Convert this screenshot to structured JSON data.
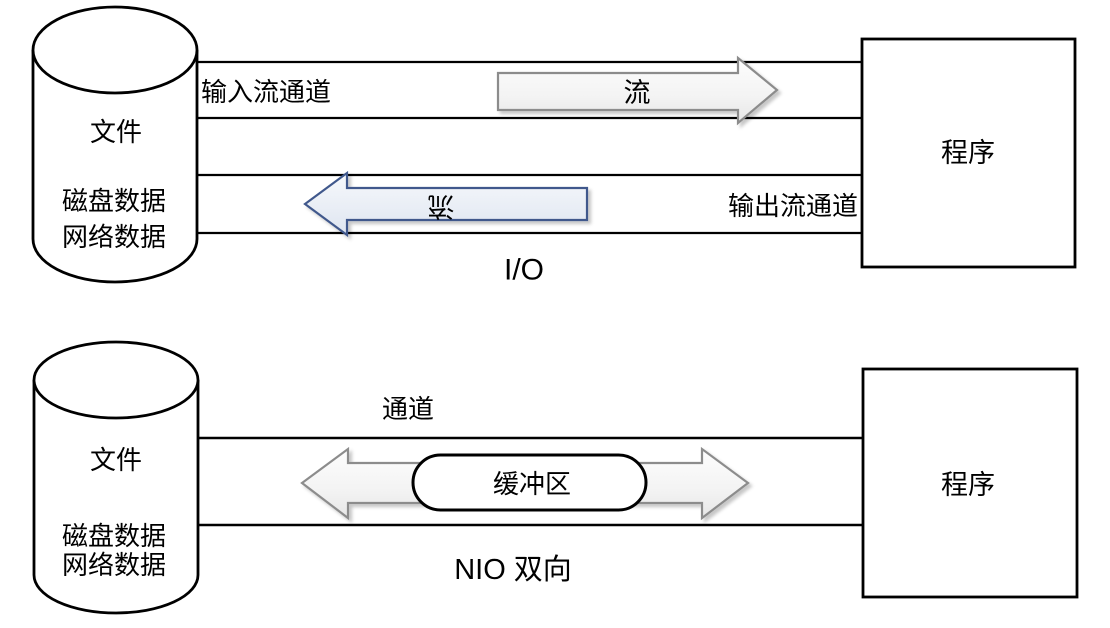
{
  "io_diagram": {
    "caption": "I/O",
    "source_cylinder": {
      "title": "文件",
      "line1": "磁盘数据",
      "line2": "网络数据"
    },
    "input_channel_label": "输入流通道",
    "input_arrow_label": "流",
    "output_channel_label": "输出流通道",
    "output_arrow_label": "流",
    "program_box_label": "程序"
  },
  "nio_diagram": {
    "caption": "NIO 双向",
    "source_cylinder": {
      "title": "文件",
      "line1": "磁盘数据",
      "line2": "网络数据"
    },
    "channel_label": "通道",
    "buffer_label": "缓冲区",
    "program_box_label": "程序"
  },
  "colors": {
    "line": "#000000",
    "gray_arrow_border": "#8c8c8c",
    "gray_arrow_fill_light": "#fdfdfd",
    "gray_arrow_fill_dark": "#e6e6e6",
    "blue_arrow_border": "#41598c",
    "blue_arrow_fill_light": "#f6f8fb",
    "blue_arrow_fill_dark": "#dde4f0"
  }
}
